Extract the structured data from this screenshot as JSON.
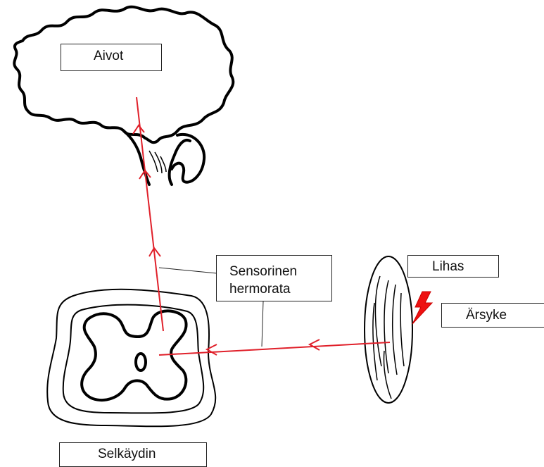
{
  "labels": {
    "brain": "Aivot",
    "sensory_pathway_line1": "Sensorinen",
    "sensory_pathway_line2": "hermorata",
    "muscle": "Lihas",
    "stimulus": "Ärsyke",
    "spinal_cord": "Selkäydin"
  },
  "colors": {
    "signal_path": "#e0202a",
    "outline": "#000000",
    "stimulus_bolt": "#ee1111"
  },
  "icons": {
    "stimulus": "lightning-bolt-icon"
  }
}
